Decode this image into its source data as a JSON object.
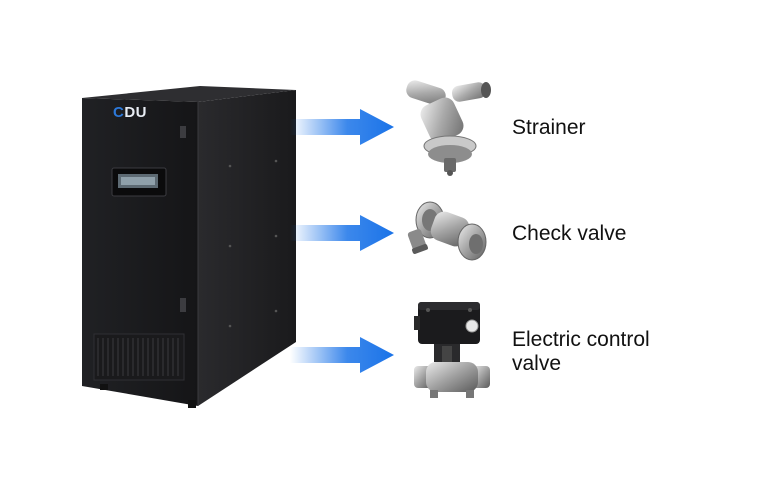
{
  "cdu": {
    "logo_text_c": "C",
    "logo_text_du": "DU",
    "icon": "cdu-cabinet-icon"
  },
  "components": [
    {
      "label": "Strainer",
      "icon": "strainer-icon"
    },
    {
      "label": "Check valve",
      "icon": "check-valve-icon"
    },
    {
      "label_line1": "Electric control",
      "label_line2": "valve",
      "icon": "electric-control-valve-icon"
    }
  ],
  "colors": {
    "arrow": "#1a73e8",
    "cabinet": "#1d1d1f",
    "logo_accent": "#2c78d8"
  }
}
